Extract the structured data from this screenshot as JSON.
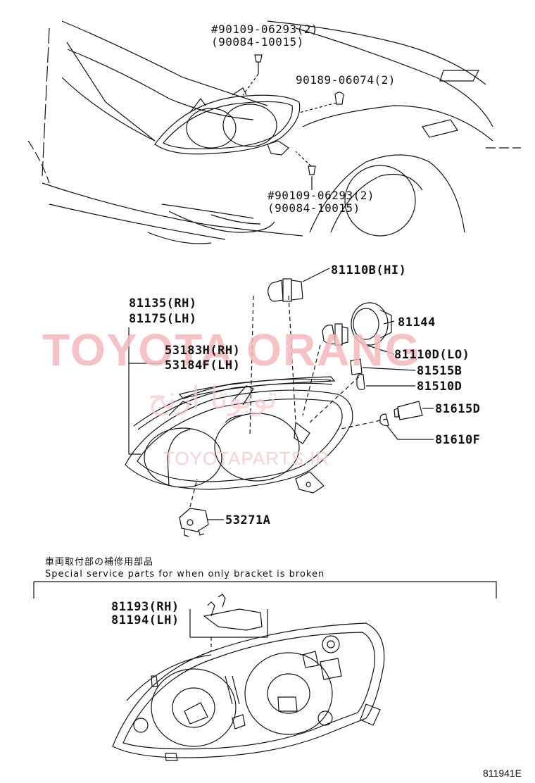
{
  "callouts": {
    "top_bolt_1": "#90109-06293(2)",
    "top_bolt_2": "(90084-10015)",
    "clip": "90189-06074(2)",
    "bottom_bolt_1": "#90109-06293(2)",
    "bottom_bolt_2": "(90084-10015)",
    "bulb_hi": "81110B(HI)",
    "unit_rh": "81135(RH)",
    "unit_lh": "81175(LH)",
    "cover": "81144",
    "bulb_lo": "81110D(LO)",
    "gasket_rh": "53183H(RH)",
    "gasket_lh": "53184F(LH)",
    "socket_a": "81515B",
    "bulb_small": "81510D",
    "socket_b": "81615D",
    "bulb_side": "81610F",
    "clamp": "53271A",
    "bracket_rh": "81193(RH)",
    "bracket_lh": "81194(LH)"
  },
  "notes": {
    "jp": "車両取付部の補修用部品",
    "en": "Special service parts for when only bracket is broken"
  },
  "watermark": {
    "main": "TOYOTA ORANG",
    "sub": "TOYOTAPARTS.IR",
    "arabic": "تویوتا ارنج"
  },
  "diagram_code": "811941E",
  "colors": {
    "line": "#111111",
    "watermark": "#f4b8bc"
  }
}
